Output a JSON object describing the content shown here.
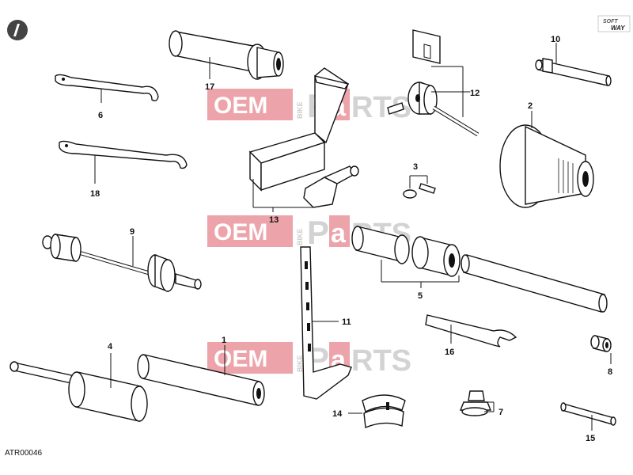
{
  "diagram_ref": "ATR00046",
  "brand_logo": {
    "line1": "SOFT",
    "line2": "WAY"
  },
  "watermark": {
    "left": "OEM",
    "vertical": "BIKE",
    "right_p": "P",
    "right_a": "a",
    "right_rts": "RTS"
  },
  "callouts": {
    "c1": "1",
    "c2": "2",
    "c3": "3",
    "c4": "4",
    "c5": "5",
    "c6": "6",
    "c7": "7",
    "c8": "8",
    "c9": "9",
    "c10": "10",
    "c11": "11",
    "c12": "12",
    "c13": "13",
    "c14": "14",
    "c15": "15",
    "c16": "16",
    "c17": "17",
    "c18": "18"
  },
  "colors": {
    "watermark_red": "#e8959b",
    "watermark_grey": "#c9c9c9",
    "ink": "#111111"
  }
}
